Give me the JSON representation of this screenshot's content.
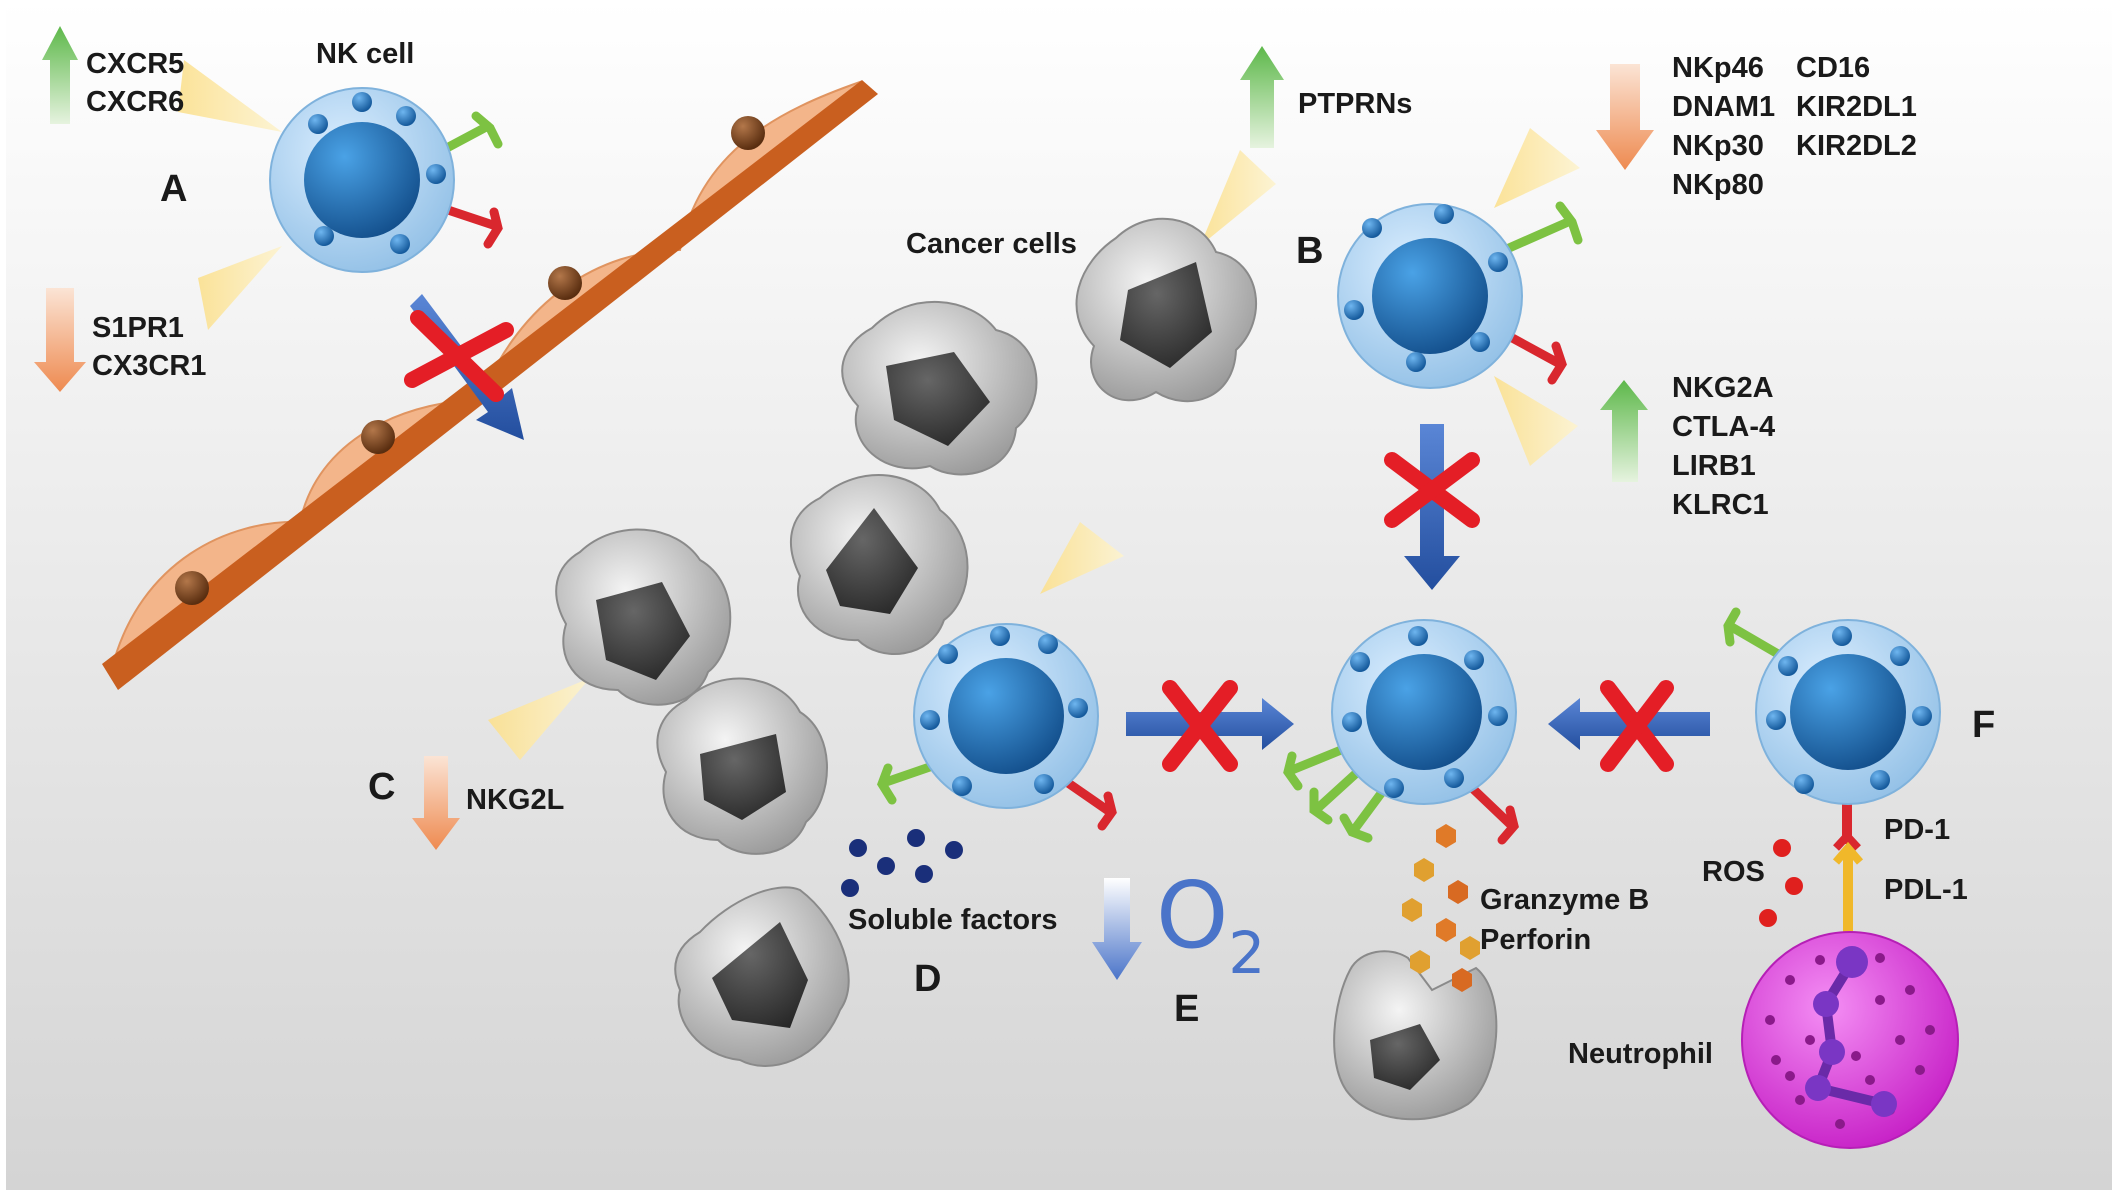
{
  "labels": {
    "nk_cell": "NK cell",
    "cancer_cells": "Cancer cells",
    "soluble_factors": "Soluble factors",
    "granzyme": "Granzyme B",
    "perforin": "Perforin",
    "neutrophil": "Neutrophil",
    "ros": "ROS",
    "pd1": "PD-1",
    "pdl1": "PDL-1",
    "o2": "O",
    "o2_sub": "2"
  },
  "panels": {
    "a": "A",
    "b": "B",
    "c": "C",
    "d": "D",
    "e": "E",
    "f": "F"
  },
  "panel_a": {
    "up": [
      "CXCR5",
      "CXCR6"
    ],
    "down": [
      "S1PR1",
      "CX3CR1"
    ]
  },
  "panel_b": {
    "up_top": [
      "PTPRNs"
    ],
    "down_col1": [
      "NKp46",
      "DNAM1",
      "NKp30",
      "NKp80"
    ],
    "down_col2": [
      "CD16",
      "KIR2DL1",
      "KIR2DL2"
    ],
    "up_bottom": [
      "NKG2A",
      "CTLA-4",
      "LIRB1",
      "KLRC1"
    ]
  },
  "panel_c": {
    "down": [
      "NKG2L"
    ]
  },
  "colors": {
    "up_arrow": "#7bbf5e",
    "down_arrow": "#f0915a",
    "nk_outer": "#a9d0ee",
    "nk_nucleus": "#1f6fb5",
    "endothelium": "#e3924f",
    "blocked_arrow": "#2f5fb8",
    "block_x": "#e41e26",
    "neutrophil": "#d63ad6",
    "receptor_green": "#7dc242",
    "receptor_red": "#d9272e"
  }
}
